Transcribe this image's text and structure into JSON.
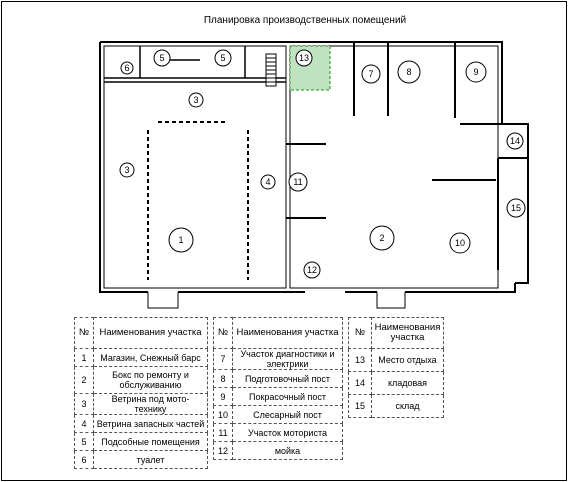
{
  "title": "Планировка производственных помещений",
  "room_labels": [
    "1",
    "2",
    "3",
    "3",
    "4",
    "5",
    "5",
    "6",
    "7",
    "8",
    "9",
    "10",
    "11",
    "12",
    "13",
    "14",
    "15"
  ],
  "legend": {
    "header_num": "№",
    "header_name": "Наименования участка",
    "header_name_multiline": "Наименования участка",
    "table1": [
      {
        "num": "1",
        "name": "Магазин, Снежный барс"
      },
      {
        "num": "2",
        "name": "Бокс по ремонту и обслуживанию"
      },
      {
        "num": "3",
        "name": "Ветрина под мото-технику"
      },
      {
        "num": "4",
        "name": "Ветрина запасных частей"
      },
      {
        "num": "5",
        "name": "Подсобные помещения"
      },
      {
        "num": "6",
        "name": "туалет"
      }
    ],
    "table2": [
      {
        "num": "7",
        "name": "Участок диагностики и электрики"
      },
      {
        "num": "8",
        "name": "Подготовочный пост"
      },
      {
        "num": "9",
        "name": "Покрасочный пост"
      },
      {
        "num": "10",
        "name": "Слесарный пост"
      },
      {
        "num": "11",
        "name": "Участок моториста"
      },
      {
        "num": "12",
        "name": "мойка"
      }
    ],
    "table3": [
      {
        "num": "13",
        "name": "Место отдыха"
      },
      {
        "num": "14",
        "name": "кладовая"
      },
      {
        "num": "15",
        "name": "склад"
      }
    ]
  }
}
